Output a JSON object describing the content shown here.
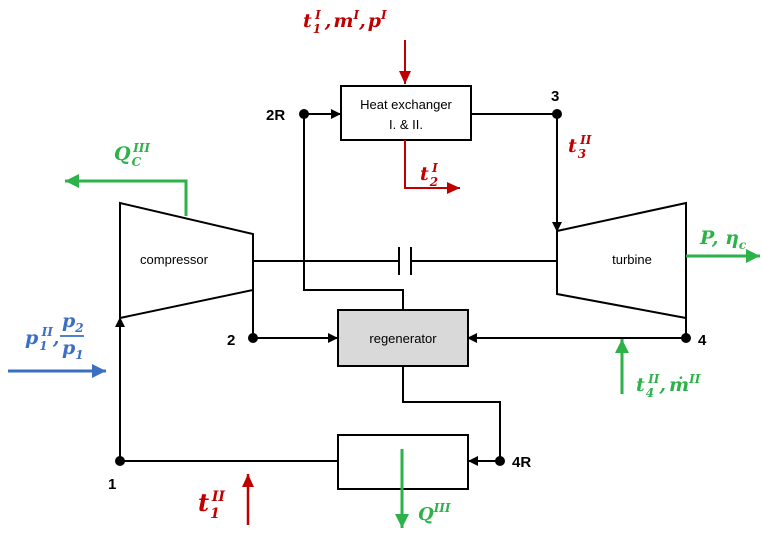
{
  "colors": {
    "red": "#c00000",
    "green": "#2db24a",
    "blue": "#3b6fc4",
    "regenerator_fill": "#d9d9d9"
  },
  "components": {
    "heat_exchanger_line1": "Heat exchanger",
    "heat_exchanger_line2": "I. & II.",
    "compressor": "compressor",
    "turbine": "turbine",
    "regenerator": "regenerator"
  },
  "nodes": {
    "n1": "1",
    "n2": "2",
    "n2r": "2R",
    "n3": "3",
    "n4": "4",
    "n4r": "4R"
  },
  "labels": {
    "heat_input": {
      "t": "t",
      "t_sub": "1",
      "t_sup": "I",
      "m": "m",
      "m_sup": "I",
      "p": "p",
      "p_sup": "I"
    },
    "heat_outlet": {
      "t": "t",
      "t_sub": "2",
      "t_sup": "I"
    },
    "t3": {
      "t": "t",
      "t_sub": "3",
      "t_sup": "II"
    },
    "qc": {
      "q": "Q",
      "q_sub": "C",
      "q_sup": "III"
    },
    "power": {
      "p": "P",
      "eta": "η",
      "eta_sub": "c"
    },
    "inlet": {
      "p": "p",
      "p_sub": "1",
      "p_sup": "II",
      "num": "p",
      "num_sub": "2",
      "den": "p",
      "den_sub": "1"
    },
    "t4": {
      "t": "t",
      "t_sub": "4",
      "t_sup": "II",
      "m": "ṁ",
      "m_sup": "II"
    },
    "t1": {
      "t": "t",
      "t_sub": "1",
      "t_sup": "II"
    },
    "q3": {
      "q": "Q",
      "q_sup": "III"
    }
  }
}
